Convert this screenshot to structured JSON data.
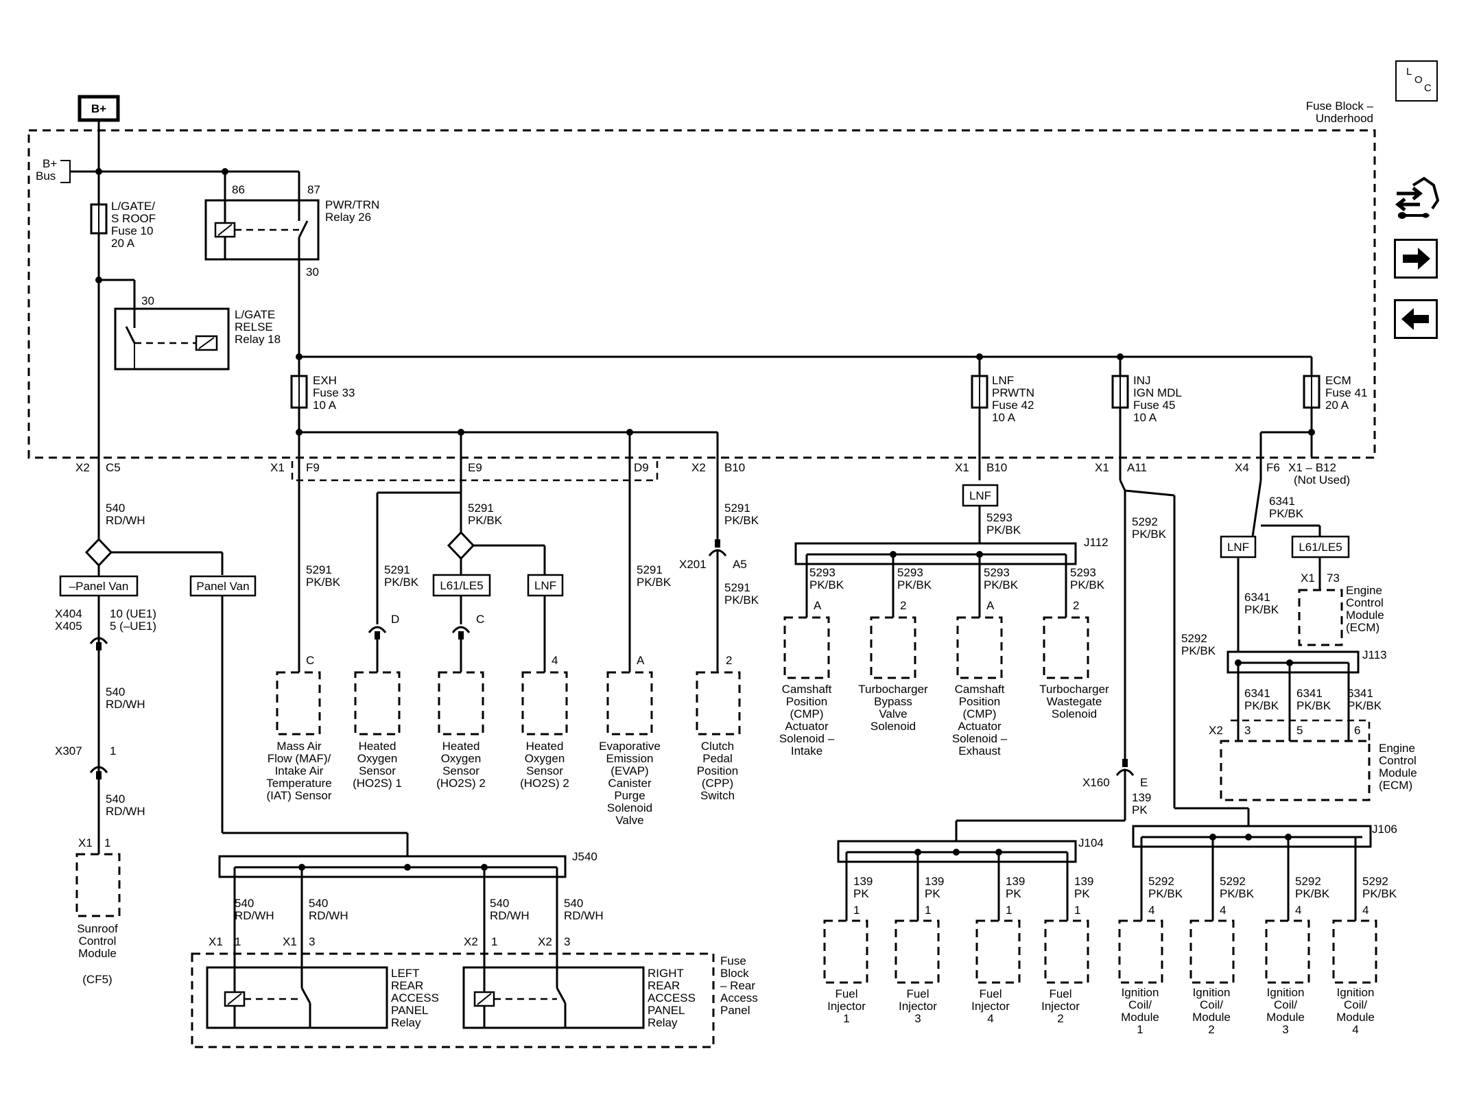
{
  "labels": {
    "bplus": "B+",
    "fuse_block_1": "Fuse Block –",
    "fuse_block_2": "Underhood",
    "bus_1": "B+",
    "bus_2": "Bus",
    "fuse10_1": "L/GATE/",
    "fuse10_2": "S ROOF",
    "fuse10_3": "Fuse 10",
    "fuse10_4": "20 A",
    "relay26_1": "PWR/TRN",
    "relay26_2": "Relay 26",
    "pin86": "86",
    "pin87": "87",
    "pin30_top": "30",
    "pin30_relay18": "30",
    "relay18_1": "L/GATE",
    "relay18_2": "RELSE",
    "relay18_3": "Relay 18",
    "exh_1": "EXH",
    "exh_2": "Fuse 33",
    "exh_3": "10 A",
    "lnf_1": "LNF",
    "lnf_2": "PRWTN",
    "lnf_3": "Fuse 42",
    "lnf_4": "10 A",
    "inj_1": "INJ",
    "inj_2": "IGN MDL",
    "inj_3": "Fuse 45",
    "inj_4": "10 A",
    "ecm_1": "ECM",
    "ecm_2": "Fuse 41",
    "ecm_3": "20 A",
    "x2": "X2",
    "c5": "C5",
    "x1_f9": "X1",
    "f9": "F9",
    "e9": "E9",
    "d9": "D9",
    "x2_b10": "X2",
    "b10": "B10",
    "x1_b10": "X1",
    "b10_b": "B10",
    "x1_a11": "X1",
    "a11": "A11",
    "x4": "X4",
    "f6": "F6",
    "x1_b12": "X1  –  B12",
    "not_used": "(Not Used)",
    "w540_1": "540",
    "rdwh_1": "RD/WH",
    "opt_no_panel": "–Panel Van",
    "opt_panel": "Panel Van",
    "x404": "X404",
    "x405": "X405",
    "ue1_a": "10 (UE1)",
    "ue1_b": "5 (–UE1)",
    "w540_2": "540",
    "rdwh_2": "RD/WH",
    "x307": "X307",
    "pin1_x307": "1",
    "w540_3": "540",
    "rdwh_3": "RD/WH",
    "x1_sunroof": "X1",
    "pin1_sunroof": "1",
    "sunroof_1": "Sunroof",
    "sunroof_2": "Control",
    "sunroof_3": "Module",
    "sunroof_4": "(CF5)",
    "w5291_a": "5291",
    "pkbk_a": "PK/BK",
    "w5291_b": "5291",
    "pkbk_b": "PK/BK",
    "w5291_c": "5291",
    "pkbk_c": "PK/BK",
    "w5291_d": "5291",
    "pkbk_d": "PK/BK",
    "w5291_e": "5291",
    "pkbk_e": "PK/BK",
    "w5291_f": "5291",
    "pkbk_f": "PK/BK",
    "opt_l61": "L61/LE5",
    "opt_lnf": "LNF",
    "pin_d": "D",
    "pin_c": "C",
    "x201": "X201",
    "a5": "A5",
    "pin_c_maf": "C",
    "pin_4": "4",
    "pin_a_evap": "A",
    "pin_2_cpp": "2",
    "maf_1": "Mass Air",
    "maf_2": "Flow (MAF)/",
    "maf_3": "Intake Air",
    "maf_4": "Temperature",
    "maf_5": "(IAT) Sensor",
    "ho2s1_1": "Heated",
    "ho2s1_2": "Oxygen",
    "ho2s1_3": "Sensor",
    "ho2s1_4": "(HO2S) 1",
    "ho2s2a_1": "Heated",
    "ho2s2a_2": "Oxygen",
    "ho2s2a_3": "Sensor",
    "ho2s2a_4": "(HO2S) 2",
    "ho2s2b_1": "Heated",
    "ho2s2b_2": "Oxygen",
    "ho2s2b_3": "Sensor",
    "ho2s2b_4": "(HO2S) 2",
    "evap_1": "Evaporative",
    "evap_2": "Emission",
    "evap_3": "(EVAP)",
    "evap_4": "Canister",
    "evap_5": "Purge",
    "evap_6": "Solenoid",
    "evap_7": "Valve",
    "cpp_1": "Clutch",
    "cpp_2": "Pedal",
    "cpp_3": "Position",
    "cpp_4": "(CPP)",
    "cpp_5": "Switch",
    "opt_lnf_b": "LNF",
    "w5293_top": "5293",
    "pkbk_5293_top": "PK/BK",
    "j112": "J112",
    "w5293_1": "5293",
    "pkbk_5293_1": "PK/BK",
    "w5293_2": "5293",
    "pkbk_5293_2": "PK/BK",
    "w5293_3": "5293",
    "pkbk_5293_3": "PK/BK",
    "w5293_4": "5293",
    "pkbk_5293_4": "PK/BK",
    "pin_a_cmp1": "A",
    "pin_2_tbv": "2",
    "pin_a_cmp2": "A",
    "pin_2_tws": "2",
    "cmpi_1": "Camshaft",
    "cmpi_2": "Position",
    "cmpi_3": "(CMP)",
    "cmpi_4": "Actuator",
    "cmpi_5": "Solenoid –",
    "cmpi_6": "Intake",
    "tbv_1": "Turbocharger",
    "tbv_2": "Bypass",
    "tbv_3": "Valve",
    "tbv_4": "Solenoid",
    "cmpe_1": "Camshaft",
    "cmpe_2": "Position",
    "cmpe_3": "(CMP)",
    "cmpe_4": "Actuator",
    "cmpe_5": "Solenoid –",
    "cmpe_6": "Exhaust",
    "tws_1": "Turbocharger",
    "tws_2": "Wastegate",
    "tws_3": "Solenoid",
    "w5292_a": "5292",
    "pkbk_5292_a": "PK/BK",
    "w5292_b": "5292",
    "pkbk_5292_b": "PK/BK",
    "x160": "X160",
    "pin_e": "E",
    "w139": "139",
    "pk139": "PK",
    "w6341_a": "6341",
    "pkbk_6341_a": "PK/BK",
    "opt_lnf_c": "LNF",
    "opt_l61_b": "L61/LE5",
    "x1_73": "X1",
    "pin_73": "73",
    "ecm_top_1": "Engine",
    "ecm_top_2": "Control",
    "ecm_top_3": "Module",
    "ecm_top_4": "(ECM)",
    "w6341_b": "6341",
    "pkbk_6341_b": "PK/BK",
    "j113": "J113",
    "w6341_c": "6341",
    "pkbk_6341_c": "PK/BK",
    "w6341_d": "6341",
    "pkbk_6341_d": "PK/BK",
    "w6341_e": "6341",
    "pkbk_6341_e": "PK/BK",
    "x2_ecm": "X2",
    "pin_3": "3",
    "pin_5": "5",
    "pin_6": "6",
    "ecm_bot_1": "Engine",
    "ecm_bot_2": "Control",
    "ecm_bot_3": "Module",
    "ecm_bot_4": "(ECM)",
    "j104": "J104",
    "j106": "J106",
    "fi_w1": "139",
    "fi_c1": "PK",
    "fi_p1": "1",
    "fi_w2": "139",
    "fi_c2": "PK",
    "fi_p2": "1",
    "fi_w3": "139",
    "fi_c3": "PK",
    "fi_p3": "1",
    "fi_w4": "139",
    "fi_c4": "PK",
    "fi_p4": "1",
    "fi1_1": "Fuel",
    "fi1_2": "Injector",
    "fi1_3": "1",
    "fi3_1": "Fuel",
    "fi3_2": "Injector",
    "fi3_3": "3",
    "fi4_1": "Fuel",
    "fi4_2": "Injector",
    "fi4_3": "4",
    "fi2_1": "Fuel",
    "fi2_2": "Injector",
    "fi2_3": "2",
    "ic_w1": "5292",
    "ic_c1": "PK/BK",
    "ic_p1": "4",
    "ic_w2": "5292",
    "ic_c2": "PK/BK",
    "ic_p2": "4",
    "ic_w3": "5292",
    "ic_c3": "PK/BK",
    "ic_p3": "4",
    "ic_w4": "5292",
    "ic_c4": "PK/BK",
    "ic_p4": "4",
    "ic1_1": "Ignition",
    "ic1_2": "Coil/",
    "ic1_3": "Module",
    "ic1_4": "1",
    "ic2_1": "Ignition",
    "ic2_2": "Coil/",
    "ic2_3": "Module",
    "ic2_4": "2",
    "ic3_1": "Ignition",
    "ic3_2": "Coil/",
    "ic3_3": "Module",
    "ic3_4": "3",
    "ic4_1": "Ignition",
    "ic4_2": "Coil/",
    "ic4_3": "Module",
    "ic4_4": "4",
    "j540": "J540",
    "rl_w1": "540",
    "rl_c1": "RD/WH",
    "rl_w2": "540",
    "rl_c2": "RD/WH",
    "rr_w1": "540",
    "rr_c1": "RD/WH",
    "rr_w2": "540",
    "rr_c2": "RD/WH",
    "x1_l1": "X1",
    "p_l1": "1",
    "x1_l3": "X1",
    "p_l3": "3",
    "x2_r1": "X2",
    "p_r1": "1",
    "x2_r3": "X2",
    "p_r3": "3",
    "lrelay_1": "LEFT",
    "lrelay_2": "REAR",
    "lrelay_3": "ACCESS",
    "lrelay_4": "PANEL",
    "lrelay_5": "Relay",
    "rrelay_1": "RIGHT",
    "rrelay_2": "REAR",
    "rrelay_3": "ACCESS",
    "rrelay_4": "PANEL",
    "rrelay_5": "Relay",
    "fbr_1": "Fuse",
    "fbr_2": "Block",
    "fbr_3": "– Rear",
    "fbr_4": "Access",
    "fbr_5": "Panel",
    "loc_l": "L",
    "loc_o": "O",
    "loc_c": "C"
  },
  "icons": [
    "loc-icon",
    "connector-views-icon",
    "next-page-arrow-icon",
    "previous-page-arrow-icon"
  ]
}
